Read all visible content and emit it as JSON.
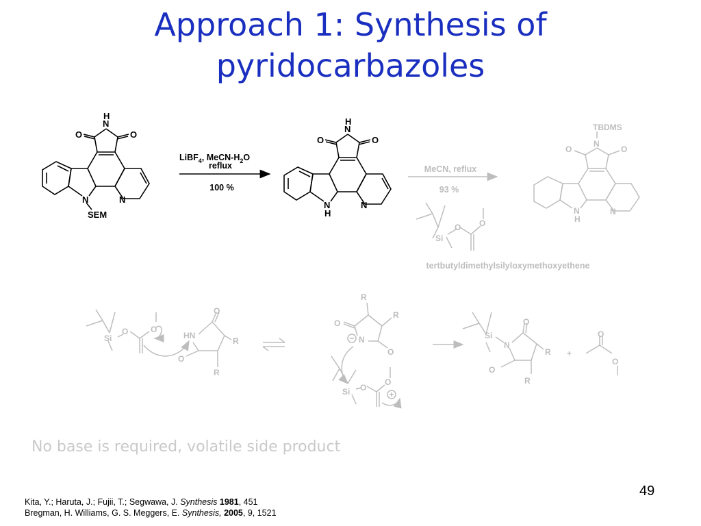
{
  "slide": {
    "title_line1": "Approach 1: Synthesis of",
    "title_line2": "pyridocarbazoles",
    "note": "No base is required, volatile side product",
    "page_number": "49"
  },
  "reaction1": {
    "reagent_main": "LiBF",
    "reagent_sub1": "4",
    "reagent_mid": ", MeCN-H",
    "reagent_sub2": "2",
    "reagent_end": "O",
    "condition": "reflux",
    "yield": "100 %"
  },
  "reaction2": {
    "condition": "MeCN, reflux",
    "yield": "93 %",
    "reagent_name": "tertbutyldimethylsilyloxymethoxyethene"
  },
  "atom_labels": {
    "H": "H",
    "N": "N",
    "O": "O",
    "SEM": "SEM",
    "TBDMS": "TBDMS",
    "Si": "Si",
    "R": "R",
    "HN": "HN",
    "plus": "+"
  },
  "references": [
    {
      "authors": "Kita, Y.; Haruta, J.; Fujii, T.; Segwawa, J. ",
      "journal": "Synthesis",
      "year": "1981",
      "rest": ", 451"
    },
    {
      "authors": "Bregman, H. Williams, G. S. Meggers, E. ",
      "journal": "Synthesis,",
      "year": "2005",
      "rest": ", 9, 1521"
    }
  ],
  "colors": {
    "title": "#1a2fc0",
    "faded": "#bdbdbd",
    "note": "#c9c9c9"
  }
}
